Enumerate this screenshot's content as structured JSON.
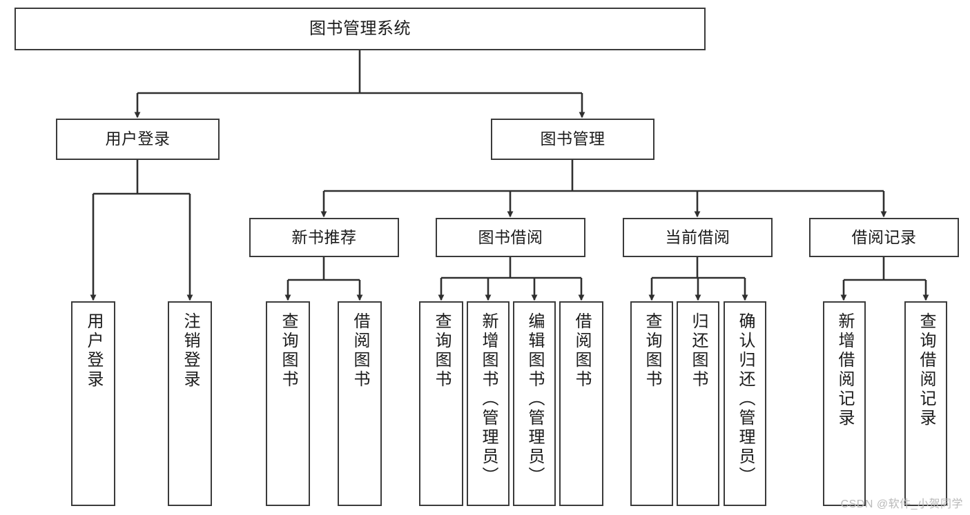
{
  "diagram": {
    "title": "图书管理系统",
    "type": "tree-hierarchy",
    "watermark": "CSDN @软件_小贺同学",
    "colors": {
      "box_border": "#3a3a3a",
      "box_fill": "#ffffff",
      "connector": "#2f2f2f",
      "text": "#1b1b1b",
      "watermark": "#b9b9b9",
      "background": "#ffffff"
    },
    "levels": [
      {
        "level": 0,
        "nodes": [
          {
            "id": "root",
            "label": "图书管理系统",
            "orientation": "horizontal"
          }
        ]
      },
      {
        "level": 1,
        "nodes": [
          {
            "id": "user-login",
            "label": "用户登录",
            "orientation": "horizontal",
            "parent": "root"
          },
          {
            "id": "book-manage",
            "label": "图书管理",
            "orientation": "horizontal",
            "parent": "root"
          }
        ]
      },
      {
        "level": 2,
        "nodes": [
          {
            "id": "new-book-rec",
            "label": "新书推荐",
            "orientation": "horizontal",
            "parent": "book-manage"
          },
          {
            "id": "book-borrow",
            "label": "图书借阅",
            "orientation": "horizontal",
            "parent": "book-manage"
          },
          {
            "id": "current-borrow",
            "label": "当前借阅",
            "orientation": "horizontal",
            "parent": "book-manage"
          },
          {
            "id": "borrow-record",
            "label": "借阅记录",
            "orientation": "horizontal",
            "parent": "book-manage"
          }
        ]
      },
      {
        "level": 3,
        "nodes": [
          {
            "id": "leaf-user-login",
            "label": "用户登录",
            "orientation": "vertical",
            "parent": "user-login"
          },
          {
            "id": "leaf-user-logout",
            "label": "注销登录",
            "orientation": "vertical",
            "parent": "user-login"
          },
          {
            "id": "leaf-query-book-1",
            "label": "查询图书",
            "orientation": "vertical",
            "parent": "new-book-rec"
          },
          {
            "id": "leaf-borrow-book-1",
            "label": "借阅图书",
            "orientation": "vertical",
            "parent": "new-book-rec"
          },
          {
            "id": "leaf-query-book-2",
            "label": "查询图书",
            "orientation": "vertical",
            "parent": "book-borrow"
          },
          {
            "id": "leaf-add-book",
            "label": "新增图书（管理员）",
            "orientation": "vertical",
            "parent": "book-borrow"
          },
          {
            "id": "leaf-edit-book",
            "label": "编辑图书（管理员）",
            "orientation": "vertical",
            "parent": "book-borrow"
          },
          {
            "id": "leaf-borrow-book-2",
            "label": "借阅图书",
            "orientation": "vertical",
            "parent": "book-borrow"
          },
          {
            "id": "leaf-query-book-3",
            "label": "查询图书",
            "orientation": "vertical",
            "parent": "current-borrow"
          },
          {
            "id": "leaf-return-book",
            "label": "归还图书",
            "orientation": "vertical",
            "parent": "current-borrow"
          },
          {
            "id": "leaf-confirm-return",
            "label": "确认归还（管理员）",
            "orientation": "vertical",
            "parent": "current-borrow"
          },
          {
            "id": "leaf-add-record",
            "label": "新增借阅记录",
            "orientation": "vertical",
            "parent": "borrow-record"
          },
          {
            "id": "leaf-query-record",
            "label": "查询借阅记录",
            "orientation": "vertical",
            "parent": "borrow-record"
          }
        ]
      }
    ]
  }
}
